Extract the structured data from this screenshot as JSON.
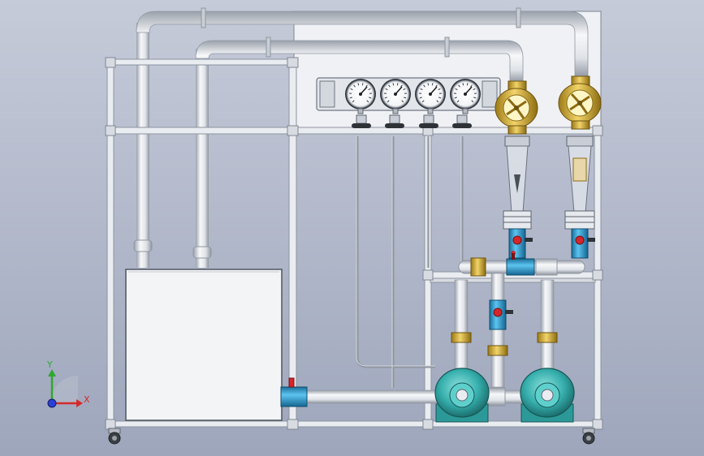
{
  "viewport": {
    "background_top": "#c6cbd9",
    "background_bottom": "#9ea6bc"
  },
  "colors": {
    "frame": "#e9ecf0",
    "frame_edge": "#8c949f",
    "pipe": "#e4e7ec",
    "pipe_edge": "#8f97a2",
    "tank": "#f2f3f5",
    "panel": "#eef0f3",
    "valve_blue": "#2ea3d8",
    "valve_red": "#d2262b",
    "brass": "#d8b43a",
    "pump": "#3fb7b5"
  },
  "diagram": {
    "gauges": [
      {
        "name": "gauge-1"
      },
      {
        "name": "gauge-2"
      },
      {
        "name": "gauge-3"
      },
      {
        "name": "gauge-4"
      }
    ],
    "turbine_meters": 2,
    "pumps": 2
  },
  "triad": {
    "x_label": "X",
    "y_label": "Y",
    "x_color": "#d42a2a",
    "y_color": "#2fa82f",
    "z_color": "#2a3fd4"
  }
}
